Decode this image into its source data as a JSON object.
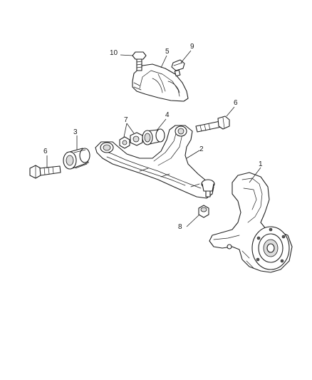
{
  "callouts": {
    "c1": "1",
    "c2": "2",
    "c3": "3",
    "c4": "4",
    "c5": "5",
    "c6a": "6",
    "c6b": "6",
    "c7": "7",
    "c8": "8",
    "c9": "9",
    "c10": "10"
  },
  "parts": {
    "p1": "steering knuckle",
    "p2": "lower control arm",
    "p3": "bushing",
    "p4": "bushing",
    "p5": "bracket",
    "p6": "bolt",
    "p7": "nut",
    "p8": "nut",
    "p9": "bolt",
    "p10": "bolt"
  }
}
